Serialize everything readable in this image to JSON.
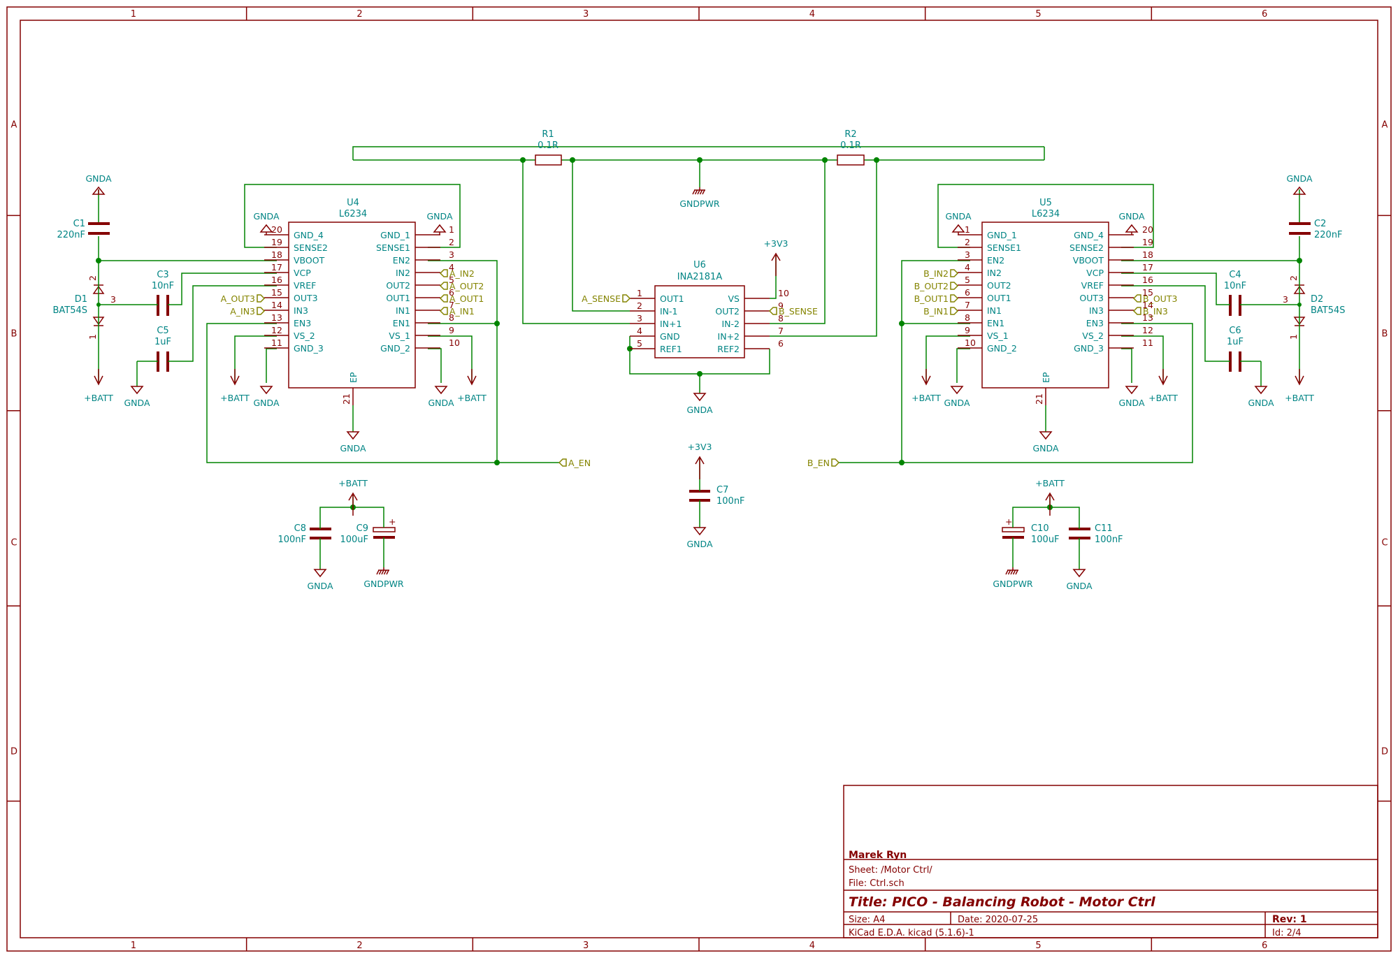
{
  "frame": {
    "columns": [
      "1",
      "2",
      "3",
      "4",
      "5",
      "6"
    ],
    "rows": [
      "A",
      "B",
      "C",
      "D"
    ]
  },
  "title_block": {
    "company": "Marek Ryn",
    "sheet": "Sheet: /Motor Ctrl/",
    "file": "File: Ctrl.sch",
    "title": "Title: PICO - Balancing Robot - Motor Ctrl",
    "size": "Size: A4",
    "date": "Date: 2020-07-25",
    "rev": "Rev: 1",
    "tool": "KiCad E.D.A.  kicad (5.1.6)-1",
    "id": "Id: 2/4"
  },
  "components": {
    "r1": {
      "ref": "R1",
      "value": "0.1R"
    },
    "r2": {
      "ref": "R2",
      "value": "0.1R"
    },
    "u4": {
      "ref": "U4",
      "value": "L6234",
      "ep": "EP",
      "ep_num": "21"
    },
    "u5": {
      "ref": "U5",
      "value": "L6234",
      "ep": "EP",
      "ep_num": "21"
    },
    "u6": {
      "ref": "U6",
      "value": "INA2181A"
    },
    "c1": {
      "ref": "C1",
      "value": "220nF"
    },
    "c2": {
      "ref": "C2",
      "value": "220nF"
    },
    "c3": {
      "ref": "C3",
      "value": "10nF"
    },
    "c4": {
      "ref": "C4",
      "value": "10nF"
    },
    "c5": {
      "ref": "C5",
      "value": "1uF"
    },
    "c6": {
      "ref": "C6",
      "value": "1uF"
    },
    "c7": {
      "ref": "C7",
      "value": "100nF"
    },
    "c8": {
      "ref": "C8",
      "value": "100nF"
    },
    "c9": {
      "ref": "C9",
      "value": "100uF"
    },
    "c10": {
      "ref": "C10",
      "value": "100uF"
    },
    "c11": {
      "ref": "C11",
      "value": "100nF"
    },
    "d1": {
      "ref": "D1",
      "value": "BAT54S"
    },
    "d2": {
      "ref": "D2",
      "value": "BAT54S"
    }
  },
  "power": {
    "gnda": "GNDA",
    "gndpwr": "GNDPWR",
    "batt": "+BATT",
    "v33": "+3V3"
  },
  "u4_left_pins": [
    [
      "20",
      "GND_4"
    ],
    [
      "19",
      "SENSE2"
    ],
    [
      "18",
      "VBOOT"
    ],
    [
      "17",
      "VCP"
    ],
    [
      "16",
      "VREF"
    ],
    [
      "15",
      "OUT3"
    ],
    [
      "14",
      "IN3"
    ],
    [
      "13",
      "EN3"
    ],
    [
      "12",
      "VS_2"
    ],
    [
      "11",
      "GND_3"
    ]
  ],
  "u4_right_pins": [
    [
      "1",
      "GND_1"
    ],
    [
      "2",
      "SENSE1"
    ],
    [
      "3",
      "EN2"
    ],
    [
      "4",
      "IN2"
    ],
    [
      "5",
      "OUT2"
    ],
    [
      "6",
      "OUT1"
    ],
    [
      "7",
      "IN1"
    ],
    [
      "8",
      "EN1"
    ],
    [
      "9",
      "VS_1"
    ],
    [
      "10",
      "GND_2"
    ]
  ],
  "u5_left_pins": [
    [
      "1",
      "GND_1"
    ],
    [
      "2",
      "SENSE1"
    ],
    [
      "3",
      "EN2"
    ],
    [
      "4",
      "IN2"
    ],
    [
      "5",
      "OUT2"
    ],
    [
      "6",
      "OUT1"
    ],
    [
      "7",
      "IN1"
    ],
    [
      "8",
      "EN1"
    ],
    [
      "9",
      "VS_1"
    ],
    [
      "10",
      "GND_2"
    ]
  ],
  "u5_right_pins": [
    [
      "20",
      "GND_4"
    ],
    [
      "19",
      "SENSE2"
    ],
    [
      "18",
      "VBOOT"
    ],
    [
      "17",
      "VCP"
    ],
    [
      "16",
      "VREF"
    ],
    [
      "15",
      "OUT3"
    ],
    [
      "14",
      "IN3"
    ],
    [
      "13",
      "EN3"
    ],
    [
      "12",
      "VS_2"
    ],
    [
      "11",
      "GND_3"
    ]
  ],
  "u6_left_pins": [
    [
      "1",
      "OUT1"
    ],
    [
      "2",
      "IN-1"
    ],
    [
      "3",
      "IN+1"
    ],
    [
      "4",
      "GND"
    ],
    [
      "5",
      "REF1"
    ]
  ],
  "u6_right_pins": [
    [
      "10",
      "VS"
    ],
    [
      "9",
      "OUT2"
    ],
    [
      "8",
      "IN-2"
    ],
    [
      "7",
      "IN+2"
    ],
    [
      "6",
      "REF2"
    ]
  ],
  "diode_pins": [
    "2",
    "3",
    "1"
  ],
  "labels": {
    "a_in2": "A_IN2",
    "a_out2": "A_OUT2",
    "a_out1": "A_OUT1",
    "a_in1": "A_IN1",
    "a_out3": "A_OUT3",
    "a_in3": "A_IN3",
    "a_en": "A_EN",
    "a_sense": "A_SENSE",
    "b_in2": "B_IN2",
    "b_out2": "B_OUT2",
    "b_out1": "B_OUT1",
    "b_in1": "B_IN1",
    "b_out3": "B_OUT3",
    "b_in3": "B_IN3",
    "b_en": "B_EN",
    "b_sense": "B_SENSE"
  },
  "colors": {
    "frame": "#840000",
    "wire": "#008400",
    "ref": "#008484",
    "label": "#848400"
  }
}
